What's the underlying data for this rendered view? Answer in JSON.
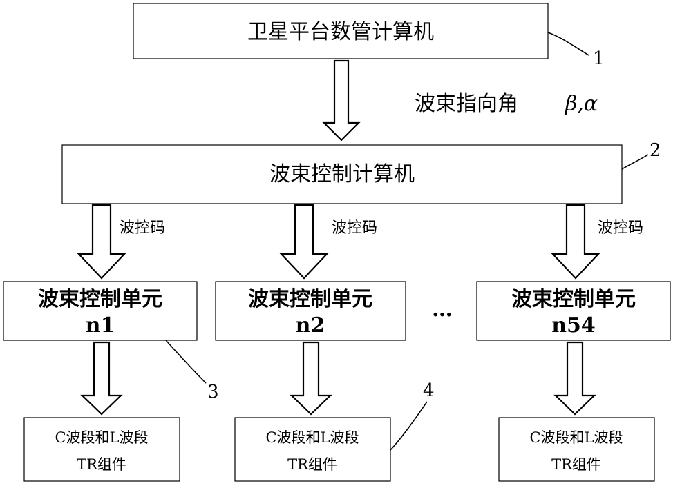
{
  "top_box": {
    "label": "卫星平台数管计算机"
  },
  "beam_angle": {
    "label": "波束指向角",
    "symbols": "β,α"
  },
  "beam_computer": {
    "label": "波束控制计算机"
  },
  "code_label": "波控码",
  "units": [
    {
      "title": "波束控制单元",
      "id": "n1",
      "code": "波控码",
      "tr_line1": "C波段和L波段",
      "tr_line2": "TR组件"
    },
    {
      "title": "波束控制单元",
      "id": "n2",
      "code": "波控码",
      "tr_line1": "C波段和L波段",
      "tr_line2": "TR组件"
    },
    {
      "title": "波束控制单元",
      "id": "n54",
      "code": "波控码",
      "tr_line1": "C波段和L波段",
      "tr_line2": "TR组件"
    }
  ],
  "ellipsis": "…",
  "refs": {
    "r1": "1",
    "r2": "2",
    "r3": "3",
    "r4": "4"
  }
}
